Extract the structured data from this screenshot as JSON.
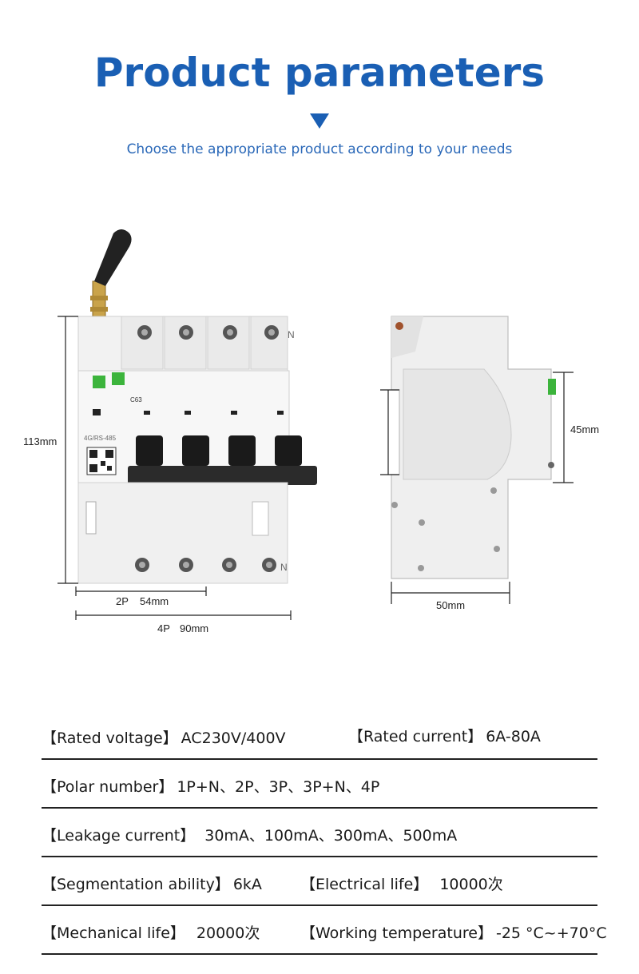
{
  "header": {
    "title": "Product parameters",
    "subtitle": "Choose the appropriate product according to your needs"
  },
  "dimensions": {
    "height": "113mm",
    "width_2p_label": "2P",
    "width_2p": "54mm",
    "width_4p_label": "4P",
    "width_4p": "90mm",
    "side_height": "45mm",
    "side_depth": "50mm"
  },
  "device_front": {
    "model_text": "4G/RS-485",
    "rating": "C63",
    "pole_marks": [
      "N",
      "N"
    ]
  },
  "params": {
    "rated_voltage_key": "【Rated voltage】",
    "rated_voltage_val": "AC230V/400V",
    "rated_current_key": "【Rated current】",
    "rated_current_val": "6A-80A",
    "polar_number_key": "【Polar number】",
    "polar_number_val": "1P+N、2P、3P、3P+N、4P",
    "leakage_current_key": "【Leakage current】",
    "leakage_current_val": "30mA、100mA、300mA、500mA",
    "segmentation_key": "【Segmentation ability】",
    "segmentation_val": "6kA",
    "electrical_life_key": "【Electrical life】",
    "electrical_life_val": "10000次",
    "mechanical_life_key": "【Mechanical life】",
    "mechanical_life_val": "20000次",
    "working_temp_key": "【Working temperature】",
    "working_temp_val": "-25 °C~+70°C"
  },
  "colors": {
    "brand_blue": "#1a5fb4",
    "device_green": "#3cb43c"
  }
}
